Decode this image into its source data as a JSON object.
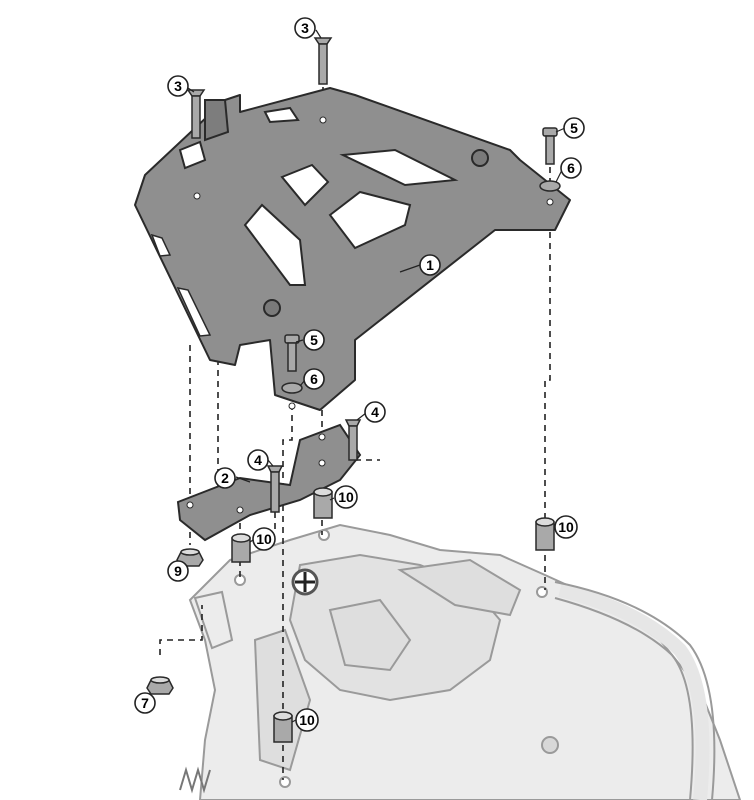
{
  "diagram": {
    "callouts": [
      {
        "id": "c3a",
        "label": "3"
      },
      {
        "id": "c3b",
        "label": "3"
      },
      {
        "id": "c5a",
        "label": "5"
      },
      {
        "id": "c6a",
        "label": "6"
      },
      {
        "id": "c1",
        "label": "1"
      },
      {
        "id": "c5b",
        "label": "5"
      },
      {
        "id": "c6b",
        "label": "6"
      },
      {
        "id": "c4a",
        "label": "4"
      },
      {
        "id": "c2",
        "label": "2"
      },
      {
        "id": "c4b",
        "label": "4"
      },
      {
        "id": "c10a",
        "label": "10"
      },
      {
        "id": "c10b",
        "label": "10"
      },
      {
        "id": "c10c",
        "label": "10"
      },
      {
        "id": "c9",
        "label": "9"
      },
      {
        "id": "c7",
        "label": "7"
      },
      {
        "id": "c10d",
        "label": "10"
      }
    ],
    "colors": {
      "plate_fill": "#8f8f8f",
      "plate_stroke": "#2a2a2a",
      "bolt_fill": "#a9a9a9",
      "bike_fill": "#ececec",
      "bike_stroke": "#9a9a9a",
      "leader": "#222222"
    }
  }
}
